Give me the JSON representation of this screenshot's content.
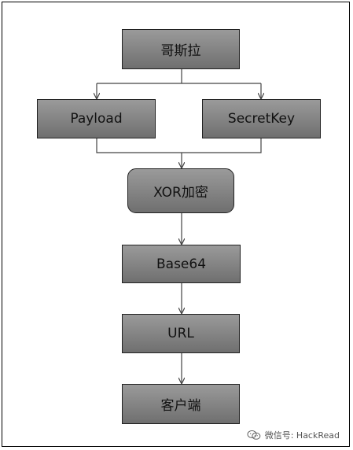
{
  "diagram": {
    "nodes": {
      "source": "哥斯拉",
      "payload": "Payload",
      "secret_key": "SecretKey",
      "xor": "XOR加密",
      "base64": "Base64",
      "url": "URL",
      "client": "客户端"
    }
  },
  "watermark": {
    "text": "微信号: HackRead",
    "icon": "wechat-icon"
  },
  "colors": {
    "node_fill_top": "#9a9a9a",
    "node_fill_bottom": "#6f6f6f",
    "line": "#444444"
  }
}
